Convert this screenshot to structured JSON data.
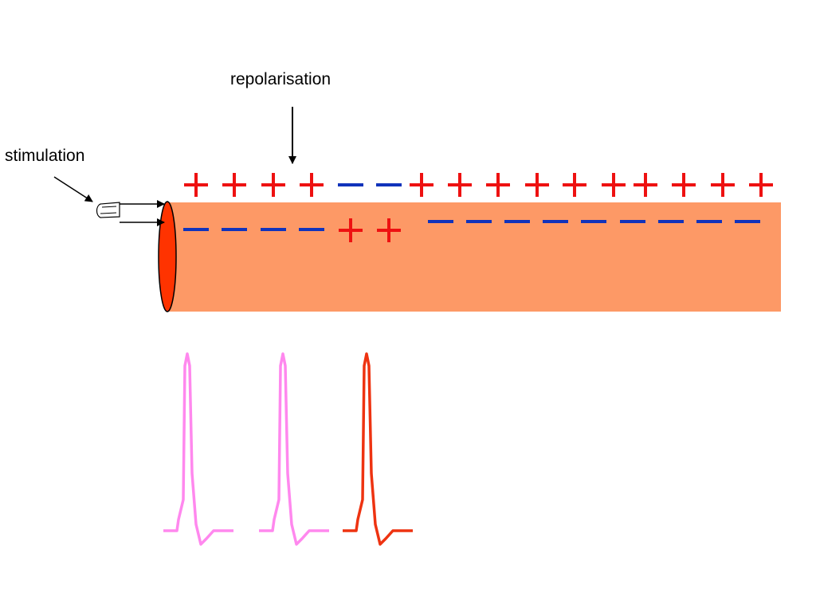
{
  "labels": {
    "repolarisation": "repolarisation",
    "stimulation": "stimulation"
  },
  "colors": {
    "axon_fill": "#fd9966",
    "axon_end": "#ff3300",
    "positive_charge": "#ee1111",
    "negative_charge": "#1133bb",
    "trace_previous": "#ff88ee",
    "trace_current": "#ee3311",
    "arrow": "#000000"
  },
  "outer_membrane": [
    "+",
    "+",
    "+",
    "+",
    "-",
    "-",
    "+",
    "+",
    "+",
    "+",
    "+",
    "+",
    "+",
    "+",
    "+",
    "+"
  ],
  "inner_membrane": [
    "-",
    "-",
    "-",
    "-",
    "+",
    "+",
    "-",
    "-",
    "-",
    "-",
    "-",
    "-",
    "-",
    "-",
    "-",
    "-"
  ],
  "icons": [
    "electrode-icon"
  ],
  "traces": [
    {
      "name": "trace-1",
      "state": "previous"
    },
    {
      "name": "trace-2",
      "state": "previous"
    },
    {
      "name": "trace-3",
      "state": "current"
    }
  ]
}
